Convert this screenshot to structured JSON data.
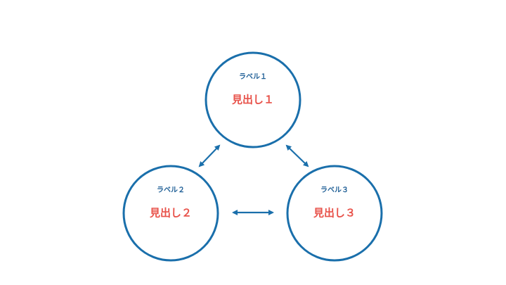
{
  "colors": {
    "circle_stroke": "#1a6fab",
    "label_text": "#1f5f96",
    "heading_text": "#e8524a",
    "arrow": "#1a6fab",
    "background": "#ffffff"
  },
  "nodes": [
    {
      "label": "ラベル１",
      "heading": "見出し１"
    },
    {
      "label": "ラベル２",
      "heading": "見出し２"
    },
    {
      "label": "ラベル３",
      "heading": "見出し３"
    }
  ],
  "edges": [
    {
      "from": 0,
      "to": 1,
      "type": "bidirectional"
    },
    {
      "from": 0,
      "to": 2,
      "type": "bidirectional"
    },
    {
      "from": 1,
      "to": 2,
      "type": "bidirectional"
    }
  ]
}
